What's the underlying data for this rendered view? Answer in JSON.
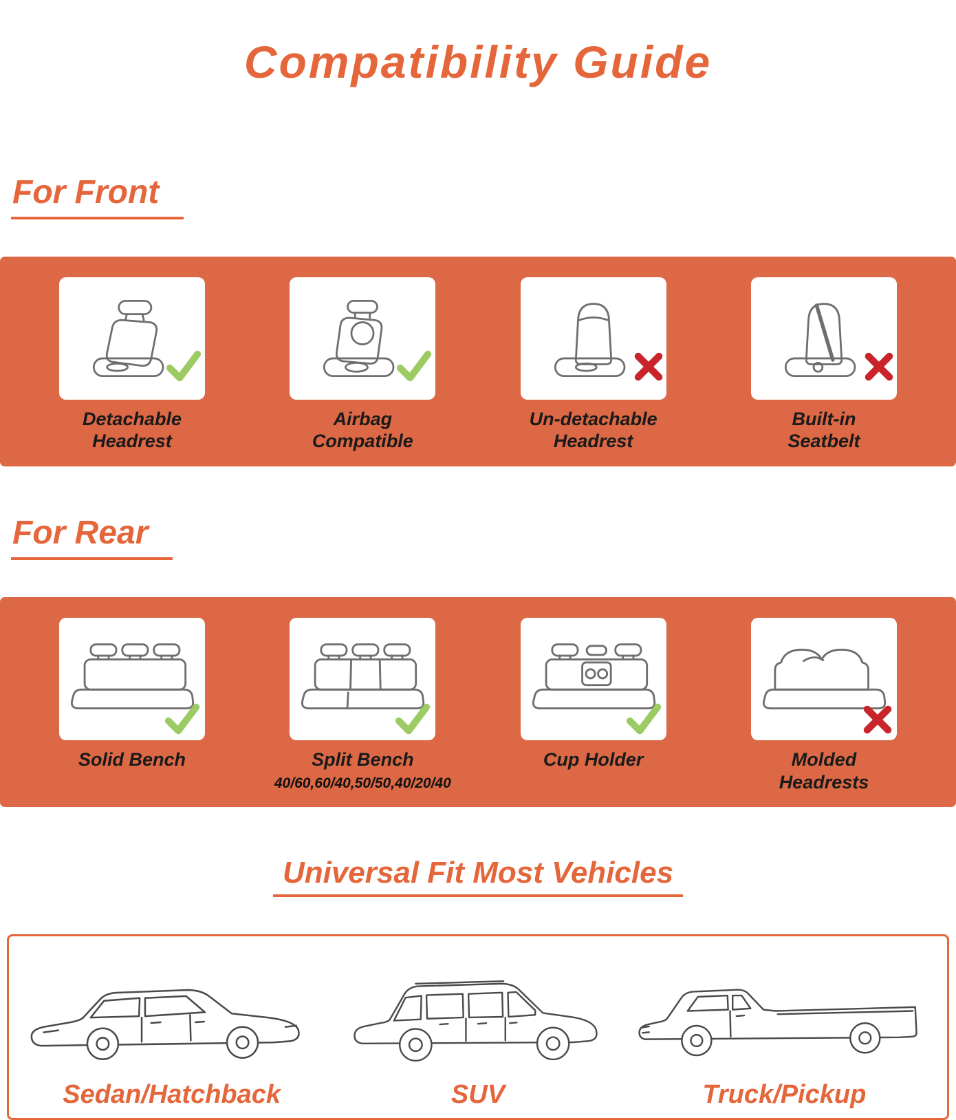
{
  "page": {
    "title": "Compatibility Guide"
  },
  "colors": {
    "accent_orange": "#E4663A",
    "banner_orange": "#DC6845",
    "check_green": "#9CCB63",
    "cross_red": "#C9242B",
    "label_dark": "#1A1A1A"
  },
  "front_section": {
    "heading": "For Front",
    "items": [
      {
        "icon": "front-seat-detachable-headrest-icon",
        "label_line1": "Detachable",
        "label_line2": "Headrest",
        "status": "check"
      },
      {
        "icon": "front-seat-airbag-compatible-icon",
        "label_line1": "Airbag",
        "label_line2": "Compatible",
        "status": "check"
      },
      {
        "icon": "front-seat-undetachable-headrest-icon",
        "label_line1": "Un-detachable",
        "label_line2": "Headrest",
        "status": "cross"
      },
      {
        "icon": "front-seat-builtin-seatbelt-icon",
        "label_line1": "Built-in",
        "label_line2": "Seatbelt",
        "status": "cross"
      }
    ]
  },
  "rear_section": {
    "heading": "For Rear",
    "items": [
      {
        "icon": "rear-solid-bench-icon",
        "label": "Solid Bench",
        "sub_label": "",
        "status": "check"
      },
      {
        "icon": "rear-split-bench-icon",
        "label": "Split Bench",
        "sub_label": "40/60,60/40,50/50,40/20/40",
        "status": "check"
      },
      {
        "icon": "rear-cup-holder-bench-icon",
        "label": "Cup Holder",
        "sub_label": "",
        "status": "check"
      },
      {
        "icon": "rear-molded-headrests-bench-icon",
        "label": "Molded Headrests",
        "sub_label": "",
        "status": "cross"
      }
    ]
  },
  "vehicles_section": {
    "heading": "Universal Fit Most Vehicles",
    "items": [
      {
        "icon": "sedan-hatchback-icon",
        "label": "Sedan/Hatchback"
      },
      {
        "icon": "suv-icon",
        "label": "SUV"
      },
      {
        "icon": "truck-pickup-icon",
        "label": "Truck/Pickup"
      }
    ]
  }
}
